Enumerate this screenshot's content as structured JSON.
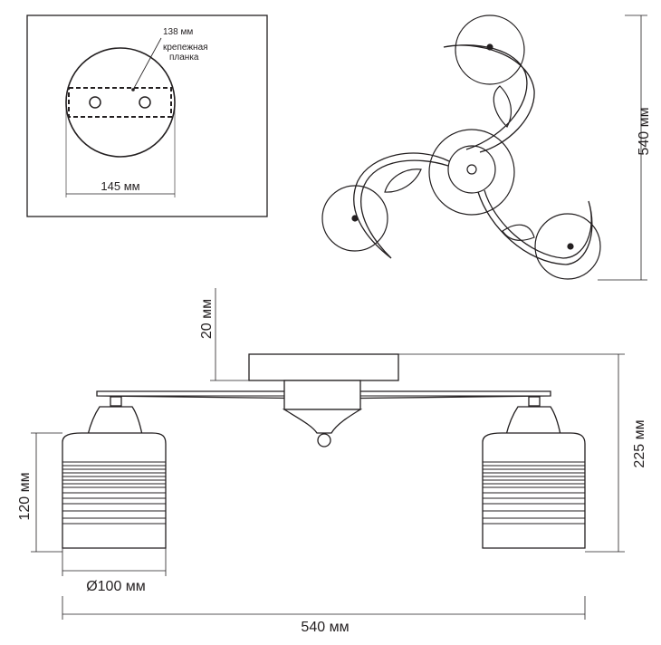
{
  "dimensions": {
    "mount_plate_length": "138 мм",
    "mount_plate_name_line1": "крепежная",
    "mount_plate_name_line2": "планка",
    "base_width": "145 мм",
    "top_view_size": "540 мм",
    "canopy_height": "20 мм",
    "shade_height": "120 мм",
    "total_height": "225 мм",
    "shade_diameter": "Ø100 мм",
    "total_width": "540 мм"
  },
  "colors": {
    "line": "#231f20",
    "background": "#ffffff"
  }
}
